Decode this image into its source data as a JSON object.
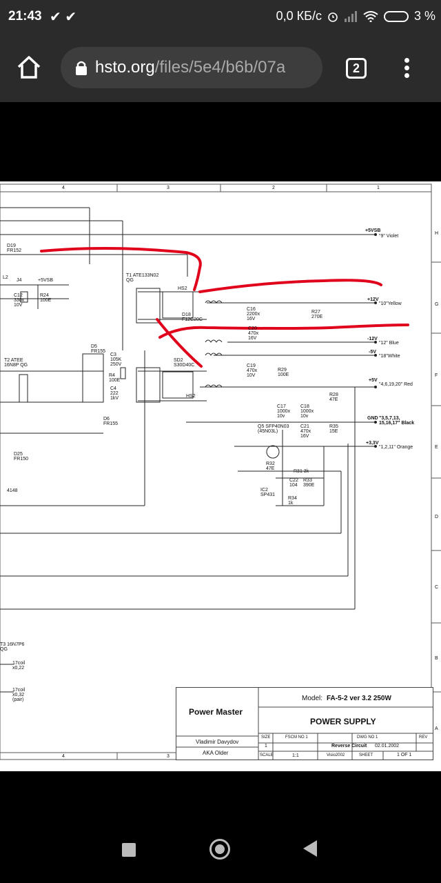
{
  "status": {
    "time": "21:43",
    "checks": "✔ ✔",
    "network": "0,0 КБ/с",
    "battery": "3 %"
  },
  "browser": {
    "url_host": "hsto.org",
    "url_path": "/files/5e4/b6b/07a",
    "tab_count": "2"
  },
  "schematic": {
    "grid_columns": [
      "4",
      "3",
      "2",
      "1"
    ],
    "grid_rows": [
      "H",
      "G",
      "F",
      "E",
      "D",
      "C",
      "B",
      "A"
    ],
    "outputs": [
      {
        "net": "+5VSB",
        "desc": "\"9\" Violet"
      },
      {
        "net": "+12V",
        "desc": "\"10\"Yellow"
      },
      {
        "net": "-12V",
        "desc": "\"12\" Blue"
      },
      {
        "net": "-5V",
        "desc": "\"18\"White"
      },
      {
        "net": "+5V",
        "desc": "\"4,6,19,20\" Red"
      },
      {
        "net": "GND",
        "desc": "\"3,5,7,13, 15,16,17\" Black"
      },
      {
        "net": "+3,3V",
        "desc": "\"1,2,11\" Orange"
      }
    ],
    "labels": {
      "t1": "T1 ATE133N02 QG",
      "t2": "T2 ATEE 16N8P QG",
      "sd2": "SD2 S30D40C",
      "d18": "D18 F12C20C",
      "q5": "Q5 SFP40N03 (45N03L)",
      "ic2": "IC2 SP431",
      "d19": "D19 FR152",
      "d5": "D5 FR155",
      "d6": "D6 FR155",
      "d25": "D25 FR150",
      "t3": "T3 16N7P6 QG",
      "hs2": "HS2",
      "c16": "C16 2200x 16V",
      "c20": "C20 470x 16V",
      "r27": "R27 270E",
      "c19": "C19 470x 10V",
      "r29": "R29 100E",
      "c17": "C17 1000x 10v",
      "c18": "C18 1000x 10v",
      "r28": "R28 47E",
      "r35": "R35 15E",
      "c21": "C21 470x 16V",
      "r32": "R32 47E",
      "r31": "R31 3k",
      "c22": "C22 104",
      "r33": "R33 390E",
      "r34": "R34 1k",
      "c12": "C12 330x 10V",
      "r24": "R24 100E",
      "l2": "L2",
      "j4": "J4",
      "vsb": "+5VSB",
      "c3": "C3 105K 250V",
      "r4": "R4 100E",
      "c4": "C4 222 1kV",
      "coil1": "17coil x0,22",
      "coil2": "17coil x0,32 (pair)",
      "d4148": "4148"
    }
  },
  "title_block": {
    "company": "Power Master",
    "author": "Vladimir Davydov",
    "aka": "AKA Older",
    "model_label": "Model:",
    "model": "FA-5-2 ver 3.2 250W",
    "title": "POWER SUPPLY",
    "size_h": "SIZE",
    "size": "1",
    "fscm_h": "FSCM NO 1",
    "dwg_h": "DWG NO 1",
    "dwg": "Reverse Circuit",
    "date": "02.01.2002",
    "rev_h": "REV",
    "scale_h": "SCALE",
    "scale": "1:1",
    "visio": "Visio2002",
    "sheet_h": "SHEET",
    "sheet": "1 OF 1"
  },
  "colors": {
    "annotation_red": "#e0001b",
    "bar_bg": "#2b2b2b"
  }
}
